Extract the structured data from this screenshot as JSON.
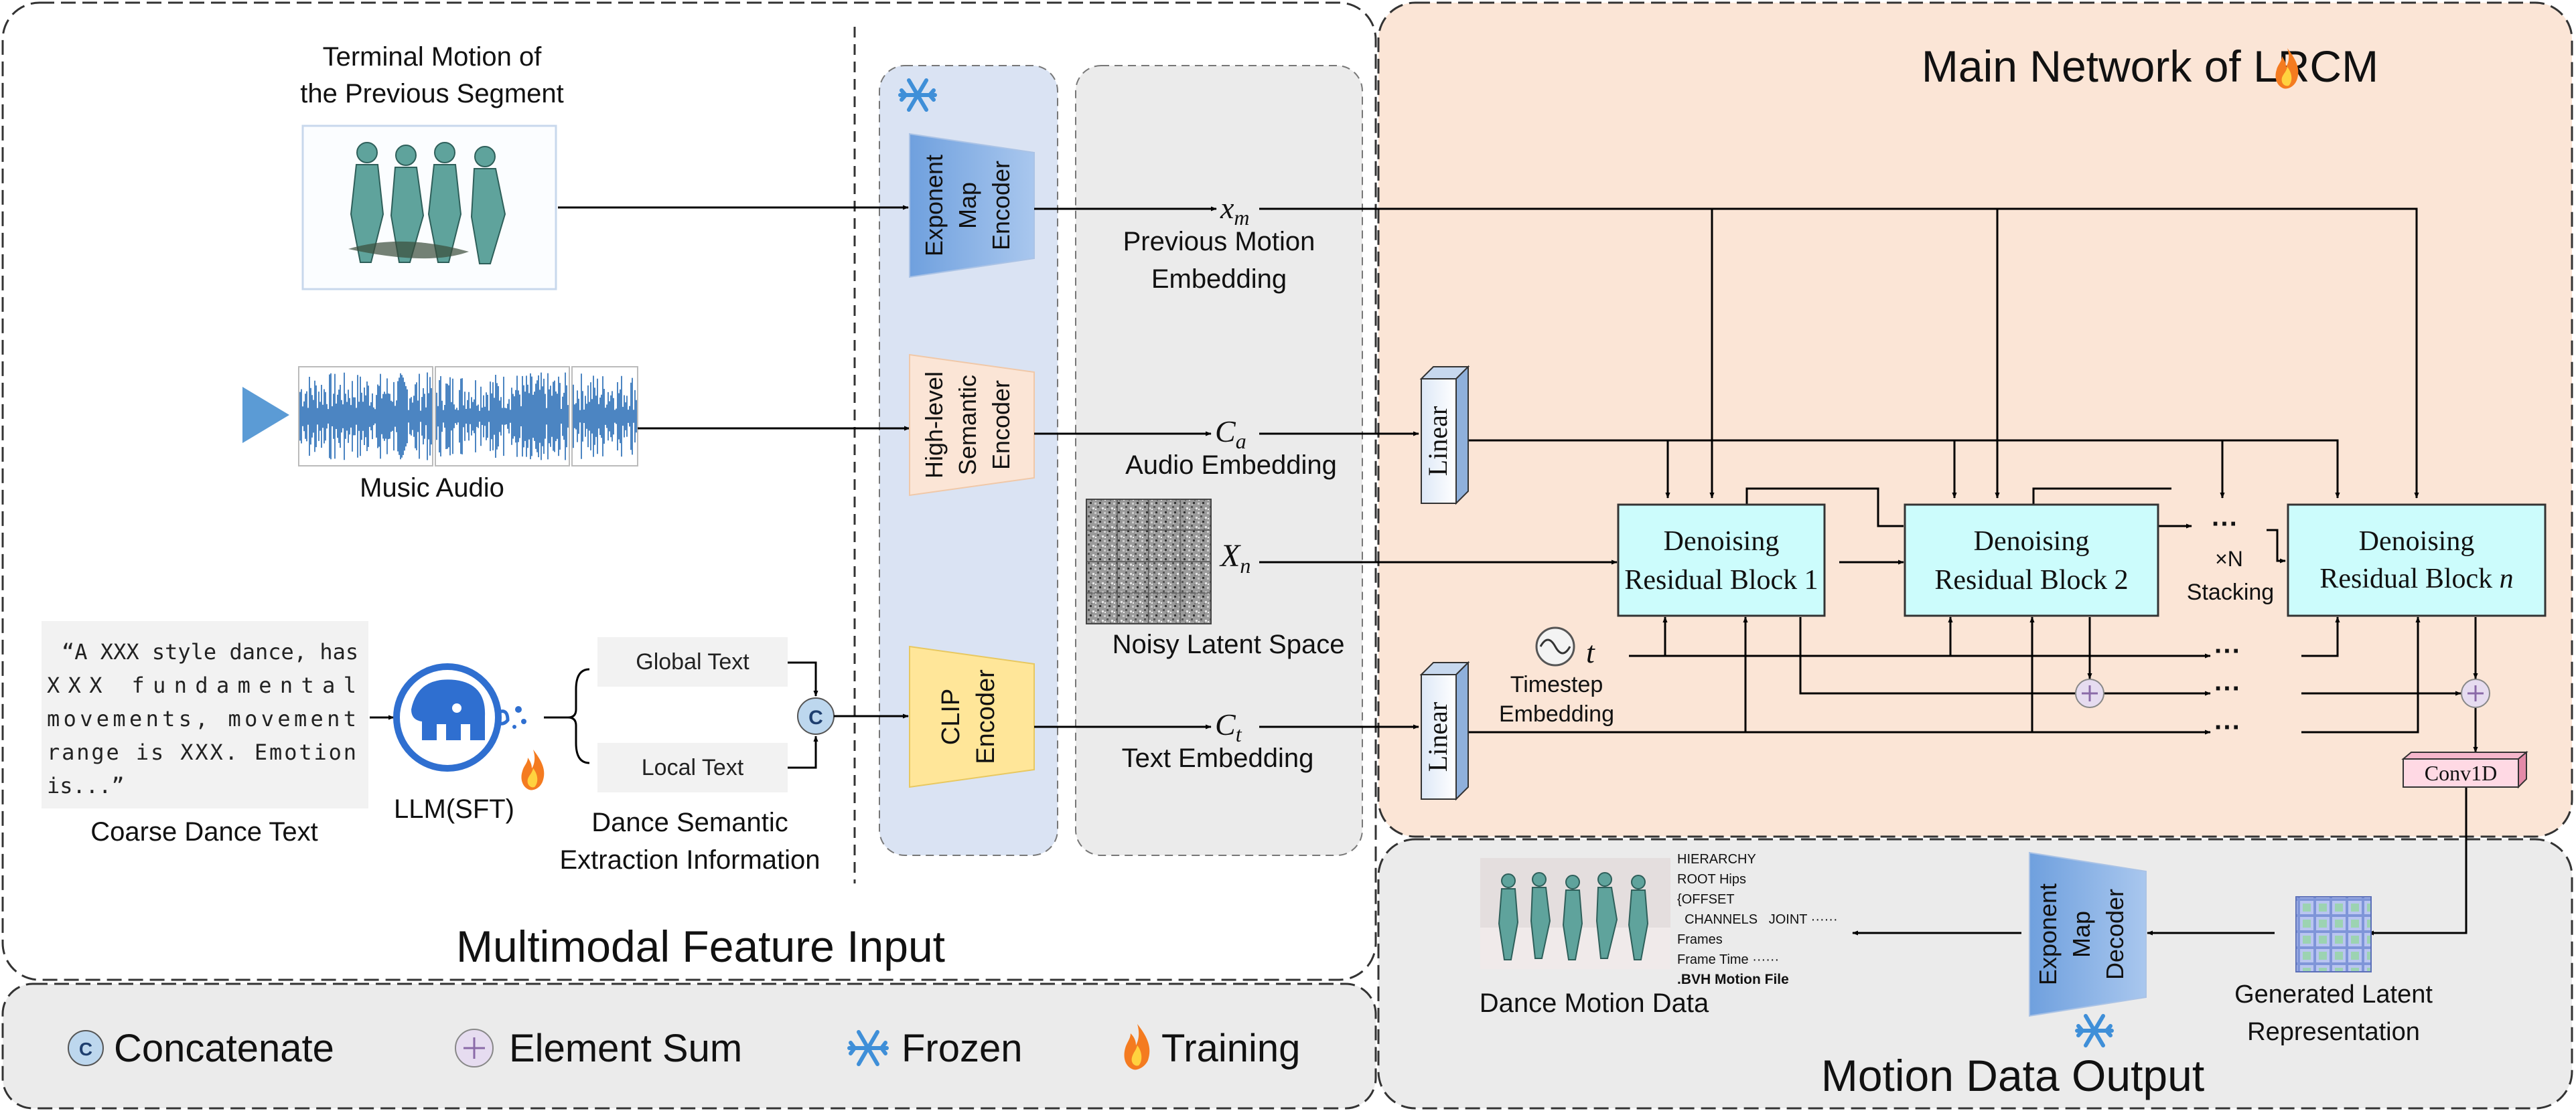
{
  "panels": {
    "input_title": "Multimodal Feature Input",
    "network_title": "Main Network of LRCM",
    "output_title": "Motion Data Output"
  },
  "inputs": {
    "terminal_motion_line1": "Terminal Motion of",
    "terminal_motion_line2": "the Previous Segment",
    "music_audio": "Music Audio",
    "coarse_text_line1": "“A XXX style dance, has",
    "coarse_text_line2": "XXX fundamental",
    "coarse_text_line3": "movements, movement",
    "coarse_text_line4": "range is XXX. Emotion",
    "coarse_text_line5": "is...”",
    "coarse_text_label": "Coarse Dance Text",
    "llm_label": "LLM(SFT)",
    "global_text": "Global Text",
    "local_text": "Local Text",
    "semantic_line1": "Dance Semantic",
    "semantic_line2": "Extraction Information",
    "concat_symbol": "C"
  },
  "encoders": {
    "exp_map_line1": "Exponent",
    "exp_map_line2": "Map",
    "exp_map_line3": "Encoder",
    "semantic_line1": "High-level",
    "semantic_line2": "Semantic",
    "semantic_line3": "Encoder",
    "clip_line1": "CLIP",
    "clip_line2": "Encoder"
  },
  "embeddings": {
    "xm_symbol": "x",
    "xm_sub": "m",
    "prev_line1": "Previous Motion",
    "prev_line2": "Embedding",
    "ca_symbol": "C",
    "ca_sub": "a",
    "audio_label": "Audio Embedding",
    "xn_symbol": "X",
    "xn_sub": "n",
    "noisy_label": "Noisy Latent Space",
    "ct_symbol": "C",
    "ct_sub": "t",
    "text_label": "Text Embedding"
  },
  "network": {
    "linear": "Linear",
    "block1_line1": "Denoising",
    "block1_line2": "Residual Block 1",
    "block2_line1": "Denoising",
    "block2_line2": "Residual Block 2",
    "blockn_line1": "Denoising",
    "blockn_line2": "Residual Block ",
    "blockn_n": "n",
    "stack_dots": "···",
    "stack_times": "×N",
    "stack_label": "Stacking",
    "t_symbol": "t",
    "timestep_line1": "Timestep",
    "timestep_line2": "Embedding",
    "ellipsis": "···",
    "conv": "Conv1D"
  },
  "output": {
    "bvh_lines": [
      "HIERARCHY",
      "ROOT Hips",
      "{OFFSET",
      "  CHANNELS   JOINT ······",
      "Frames",
      "Frame Time ······"
    ],
    "bvh_title": ".BVH Motion File",
    "dance_data": "Dance Motion Data",
    "decoder_line1": "Exponent",
    "decoder_line2": "Map",
    "decoder_line3": "Decoder",
    "latent_line1": "Generated Latent",
    "latent_line2": "Representation"
  },
  "legend": {
    "concat_symbol": "C",
    "concat": "Concatenate",
    "sum": "Element Sum",
    "frozen": "Frozen",
    "training": "Training"
  },
  "colors": {
    "network_bg": "#fbe5d6",
    "gray_panel": "#ebebeb",
    "frozen_column": "#dae3f3",
    "block_fill": "#ccfcfc",
    "exp_encoder": "#8fb4e3",
    "semantic_encoder": "#fbe5d6",
    "clip_encoder": "#ffe699",
    "conv": "#ffd9e4",
    "concat": "#bdd7ee",
    "sum": "#e6dcf0"
  }
}
